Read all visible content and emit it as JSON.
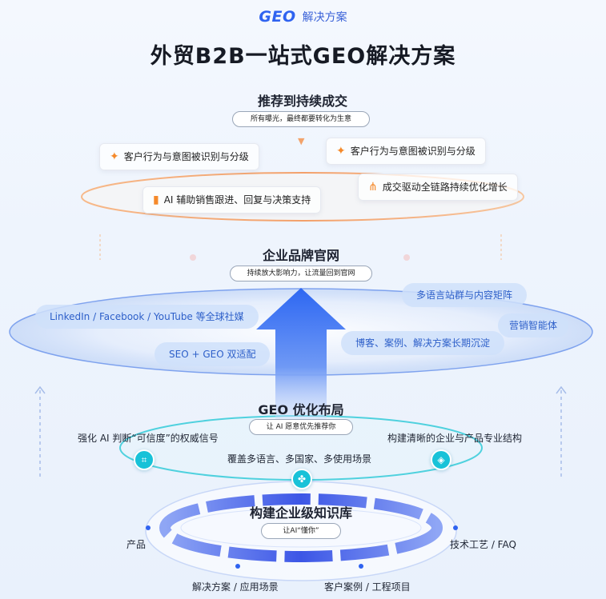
{
  "header": {
    "brand_logo": "GEO",
    "brand_subtitle": "解决方案",
    "title": "外贸B2B一站式GEO解决方案"
  },
  "top_section": {
    "title": "推荐到持续成交",
    "subtitle": "所有曝光，最终都要转化为生意",
    "cards": [
      {
        "icon": "sparkle-icon",
        "label": "客户行为与意图被识别与分级"
      },
      {
        "icon": "sparkle-icon",
        "label": "客户行为与意图被识别与分级"
      },
      {
        "icon": "bar-chart-icon",
        "label": "AI 辅助销售跟进、回复与决策支持"
      },
      {
        "icon": "share-icon",
        "label": "成交驱动全链路持续优化增长"
      }
    ]
  },
  "brand_section": {
    "title": "企业品牌官网",
    "subtitle": "持续放大影响力，让流量回到官网",
    "tags": [
      "LinkedIn / Facebook / YouTube 等全球社媒",
      "多语言站群与内容矩阵",
      "营销智能体",
      "博客、案例、解决方案长期沉淀",
      "SEO + GEO 双适配"
    ]
  },
  "geo_section": {
    "title": "GEO 优化布局",
    "subtitle": "让 AI 愿意优先推荐你",
    "labels": [
      "强化 AI 判断“可信度”的权威信号",
      "构建清晰的企业与产品专业结构",
      "覆盖多语言、多国家、多使用场景"
    ]
  },
  "kb_section": {
    "title": "构建企业级知识库",
    "subtitle": "让AI“懂你”",
    "labels": [
      "产品",
      "技术工艺 / FAQ",
      "解决方案 / 应用场景",
      "客户案例 / 工程项目"
    ]
  },
  "colors": {
    "accent_blue": "#2f63f0",
    "orange": "#f5892a",
    "cyan": "#18c2d8",
    "tag_text": "#2d5fc9"
  }
}
